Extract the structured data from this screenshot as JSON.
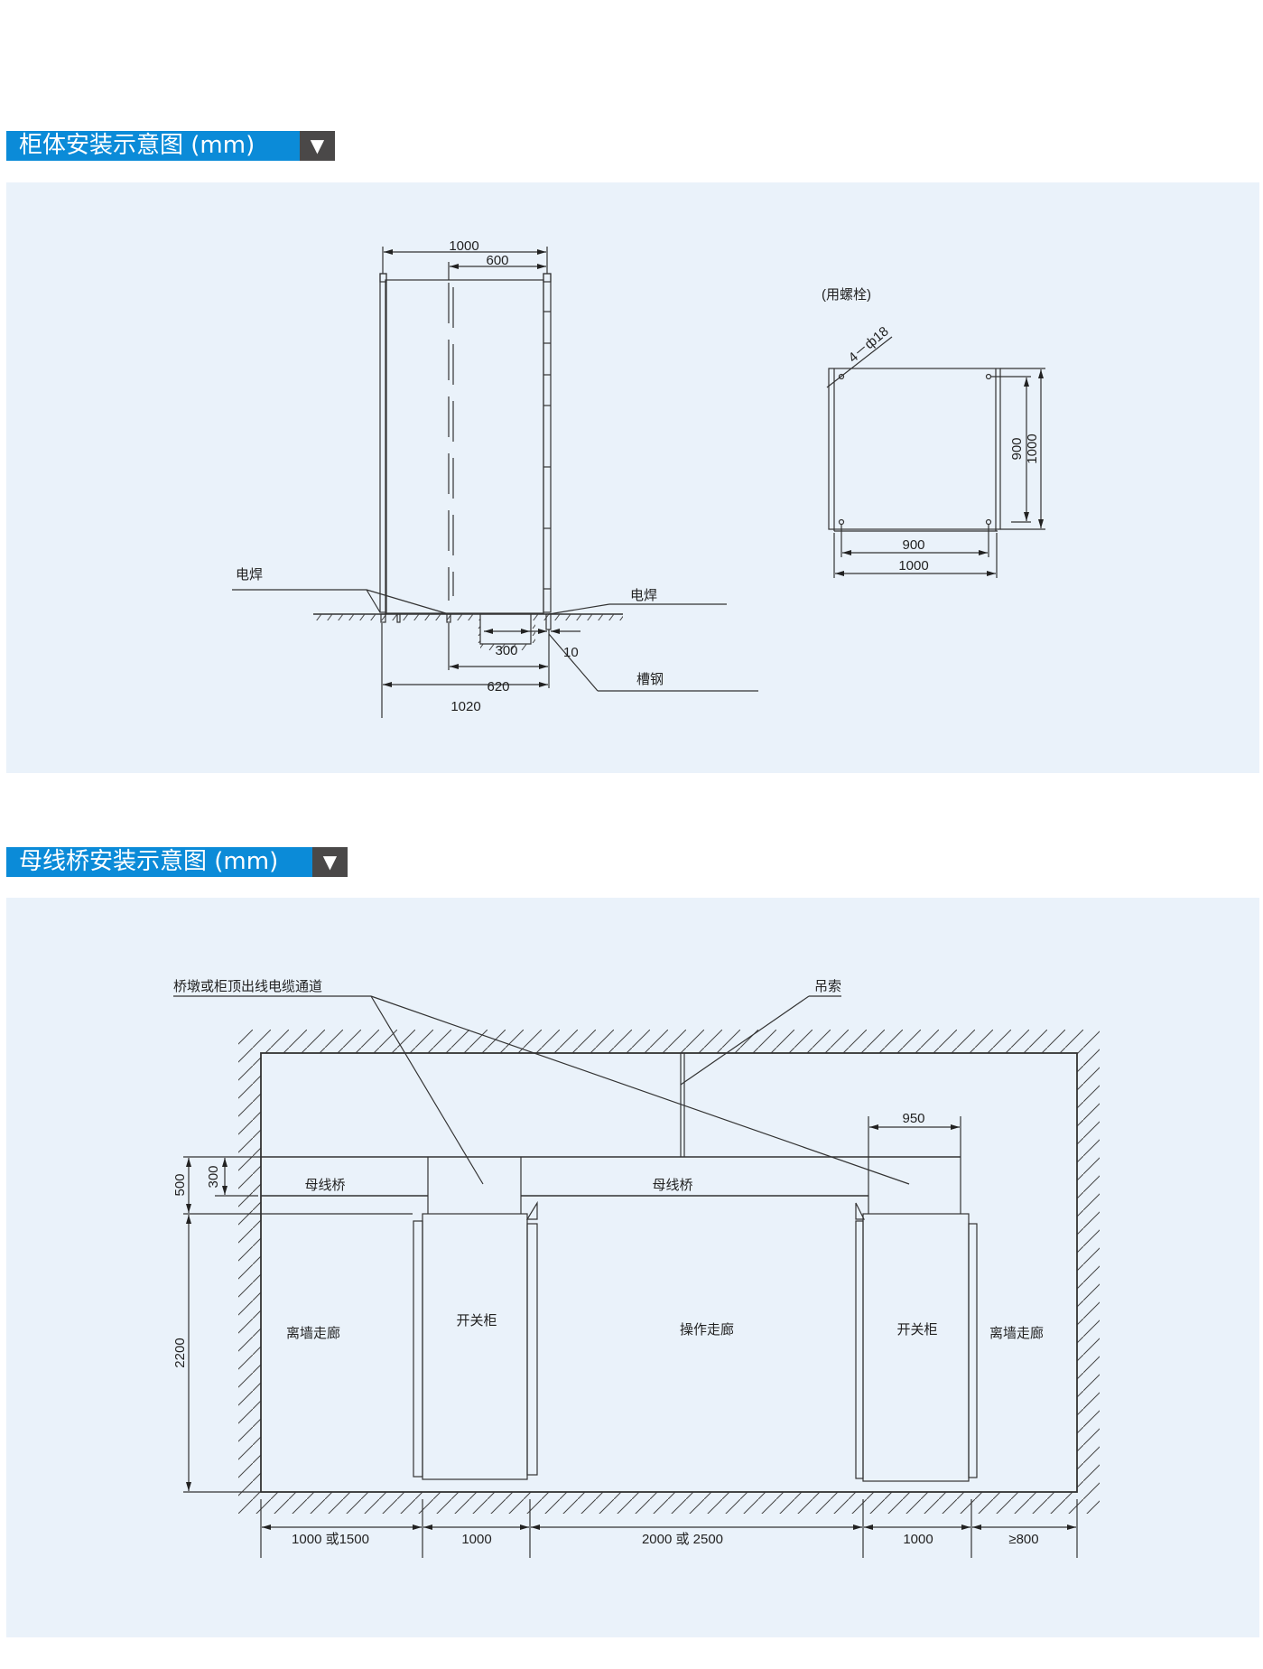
{
  "section1": {
    "title": "柜体安装示意图 (mm)",
    "toggle_icon": "triangle-down",
    "front_view": {
      "dim_width_total": "1000",
      "dim_width_600": "600",
      "dim_pit_300": "300",
      "dim_gap_10": "10",
      "dim_620": "620",
      "dim_1020": "1020",
      "label_weld_left": "电焊",
      "label_weld_right": "电焊",
      "label_channel_steel": "槽钢"
    },
    "plan_view": {
      "note": "(用螺栓)",
      "hole_spec": "4－ф18",
      "dim_h_900": "900",
      "dim_h_1000": "1000",
      "dim_v_900": "900",
      "dim_v_1000": "1000"
    }
  },
  "section2": {
    "title": "母线桥安装示意图 (mm)",
    "toggle_icon": "triangle-down",
    "label_cable_channel": "桥墩或柜顶出线电缆通道",
    "label_hanger": "吊索",
    "label_busbar_left": "母线桥",
    "label_busbar_right": "母线桥",
    "label_corridor_left": "离墙走廊",
    "label_switchgear_left": "开关柜",
    "label_operation_corridor": "操作走廊",
    "label_switchgear_right": "开关柜",
    "label_corridor_right": "离墙走廊",
    "dim_950": "950",
    "dim_500": "500",
    "dim_300": "300",
    "dim_2200": "2200",
    "bottom_dims": [
      "1000 或1500",
      "1000",
      "2000 或 2500",
      "1000",
      "≥800"
    ]
  }
}
